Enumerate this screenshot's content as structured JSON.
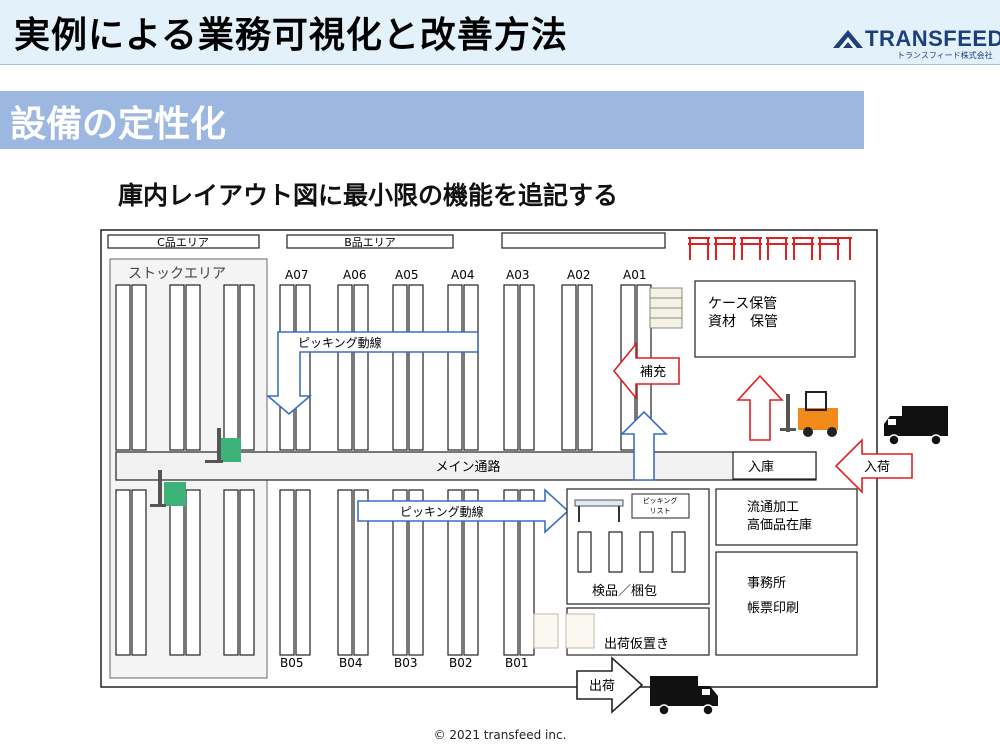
{
  "header": {
    "title": "実例による業務可視化と改善方法"
  },
  "logo": {
    "name": "TRANSFEED",
    "sub": "トランスフィード株式会社",
    "icon": "mountain-logo-icon",
    "color": "#1d3f7a"
  },
  "section": {
    "title": "設備の定性化",
    "band_color": "#9db8e0"
  },
  "subtitle": "庫内レイアウト図に最小限の機能を追記する",
  "diagram": {
    "top_labels": {
      "c_area": "C品エリア",
      "b_area": "B品エリア",
      "blank": ""
    },
    "stock_area": "ストックエリア",
    "rack_top": [
      "A07",
      "A06",
      "A05",
      "A04",
      "A03",
      "A02",
      "A01"
    ],
    "rack_bottom": [
      "B05",
      "B04",
      "B03",
      "B02",
      "B01"
    ],
    "main_aisle": "メイン通路",
    "picking_route_top": "ピッキング動線",
    "picking_route_bottom": "ピッキング動線",
    "replenish": "補充",
    "case_storage": [
      "ケース保管",
      "資材　保管"
    ],
    "receiving": "入庫",
    "inbound": "入荷",
    "processing": [
      "流通加工",
      "高価品在庫"
    ],
    "office": [
      "事務所",
      "帳票印刷"
    ],
    "picking_list": [
      "ピッキング",
      "リスト"
    ],
    "inspection": "検品／梱包",
    "staging": "出荷仮置き",
    "outbound": "出荷",
    "arrow_blue": "#3a6fc4",
    "arrow_red": "#e02020"
  },
  "footer": "© 2021 transfeed inc."
}
